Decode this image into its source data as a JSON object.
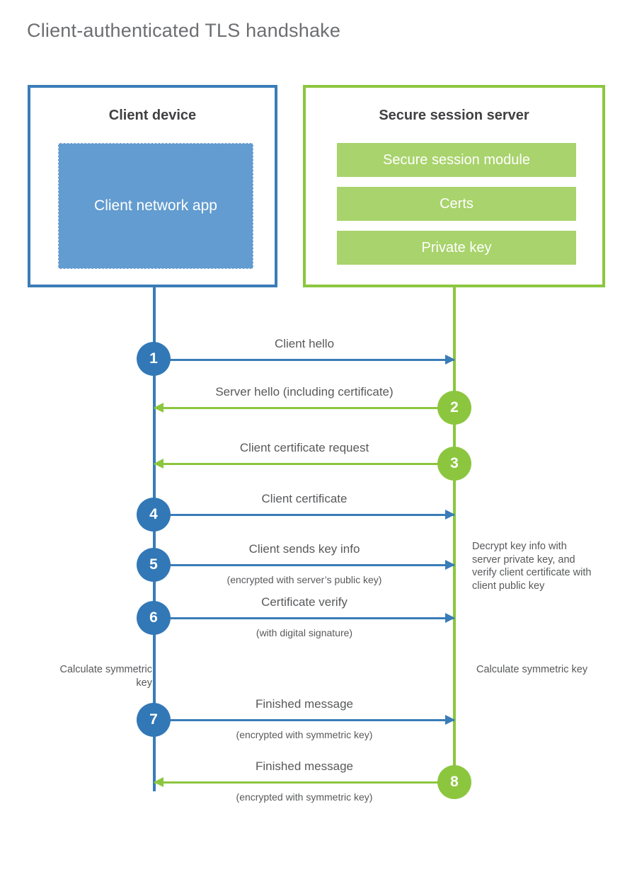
{
  "diagram": {
    "title": "Client-authenticated TLS handshake",
    "colors": {
      "blue": "#3a7cb8",
      "blue_circle": "#3278b7",
      "blue_app": "#629cd0",
      "green": "#8cc63f",
      "green_bar": "#a9d36c",
      "text": "#58595b",
      "heading": "#414042"
    }
  },
  "client": {
    "title": "Client device",
    "app_label": "Client network app"
  },
  "server": {
    "title": "Secure session server",
    "components": [
      "Secure session module",
      "Certs",
      "Private key"
    ]
  },
  "messages": [
    {
      "number": "1",
      "label": "Client hello",
      "sublabel": "",
      "direction": "client-to-server"
    },
    {
      "number": "2",
      "label": "Server hello (including certificate)",
      "sublabel": "",
      "direction": "server-to-client"
    },
    {
      "number": "3",
      "label": "Client certificate request",
      "sublabel": "",
      "direction": "server-to-client"
    },
    {
      "number": "4",
      "label": "Client certificate",
      "sublabel": "",
      "direction": "client-to-server"
    },
    {
      "number": "5",
      "label": "Client sends key info",
      "sublabel": "(encrypted with server’s public key)",
      "direction": "client-to-server"
    },
    {
      "number": "6",
      "label": "Certificate verify",
      "sublabel": "(with digital signature)",
      "direction": "client-to-server"
    },
    {
      "number": "7",
      "label": "Finished message",
      "sublabel": "(encrypted with symmetric key)",
      "direction": "client-to-server"
    },
    {
      "number": "8",
      "label": "Finished message",
      "sublabel": "(encrypted with symmetric key)",
      "direction": "server-to-client"
    }
  ],
  "notes": {
    "server_decrypt": "Decrypt key info with server private key, and verify client certificate with client public key",
    "client_calculate": "Calculate symmetric key",
    "server_calculate": "Calculate symmetric key"
  }
}
